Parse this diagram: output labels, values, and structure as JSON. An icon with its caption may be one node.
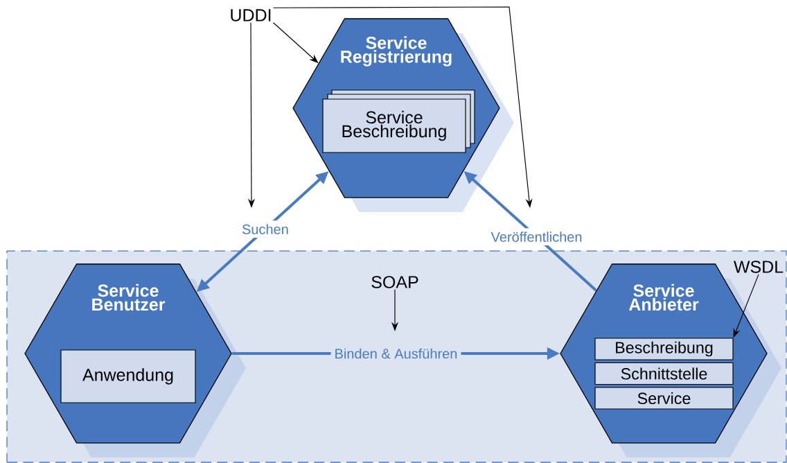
{
  "diagram": {
    "nodes": [
      {
        "text": [
          "UDDI"
        ]
      },
      {
        "text": [
          "Service Registrierung"
        ]
      },
      {
        "text": [
          "Service Beschreibung"
        ],
        "in": 1
      },
      {
        "text": [],
        "shape": "box"
      },
      {
        "text": [
          "Service Benutzer"
        ],
        "in": 3
      },
      {
        "text": [
          "Anwendung"
        ],
        "in": 4
      },
      {
        "text": [
          "SOAP"
        ],
        "in": 3
      },
      {
        "text": [
          "WSDL"
        ],
        "in": 3
      },
      {
        "text": [
          "Service Anbieter"
        ],
        "in": 3
      },
      {
        "text": [
          "Beschreibung"
        ],
        "in": 8
      },
      {
        "text": [
          "Schnittstelle"
        ],
        "in": 8
      },
      {
        "text": [
          "Service"
        ],
        "in": 8
      }
    ],
    "edges": [
      {
        "from": 0,
        "to": null,
        "arrow": "to"
      },
      {
        "from": 0,
        "to": 1,
        "arrow": "to"
      },
      {
        "from": 0,
        "to": null,
        "arrow": "to"
      },
      {
        "from": 4,
        "to": 1,
        "arrow": "both",
        "label": "Suchen",
        "style": "thick",
        "color": "#4a7ac0"
      },
      {
        "from": 8,
        "to": 1,
        "arrow": "to",
        "label": "Veröffentlichen",
        "style": "thick",
        "color": "#4a7ac0"
      },
      {
        "from": 4,
        "to": 8,
        "arrow": "to",
        "label": "Binden & Ausführen",
        "style": "thick",
        "color": "#4a7ac0"
      },
      {
        "from": 6,
        "to": null,
        "arrow": "to"
      },
      {
        "from": 7,
        "to": 9,
        "arrow": "to"
      }
    ]
  }
}
